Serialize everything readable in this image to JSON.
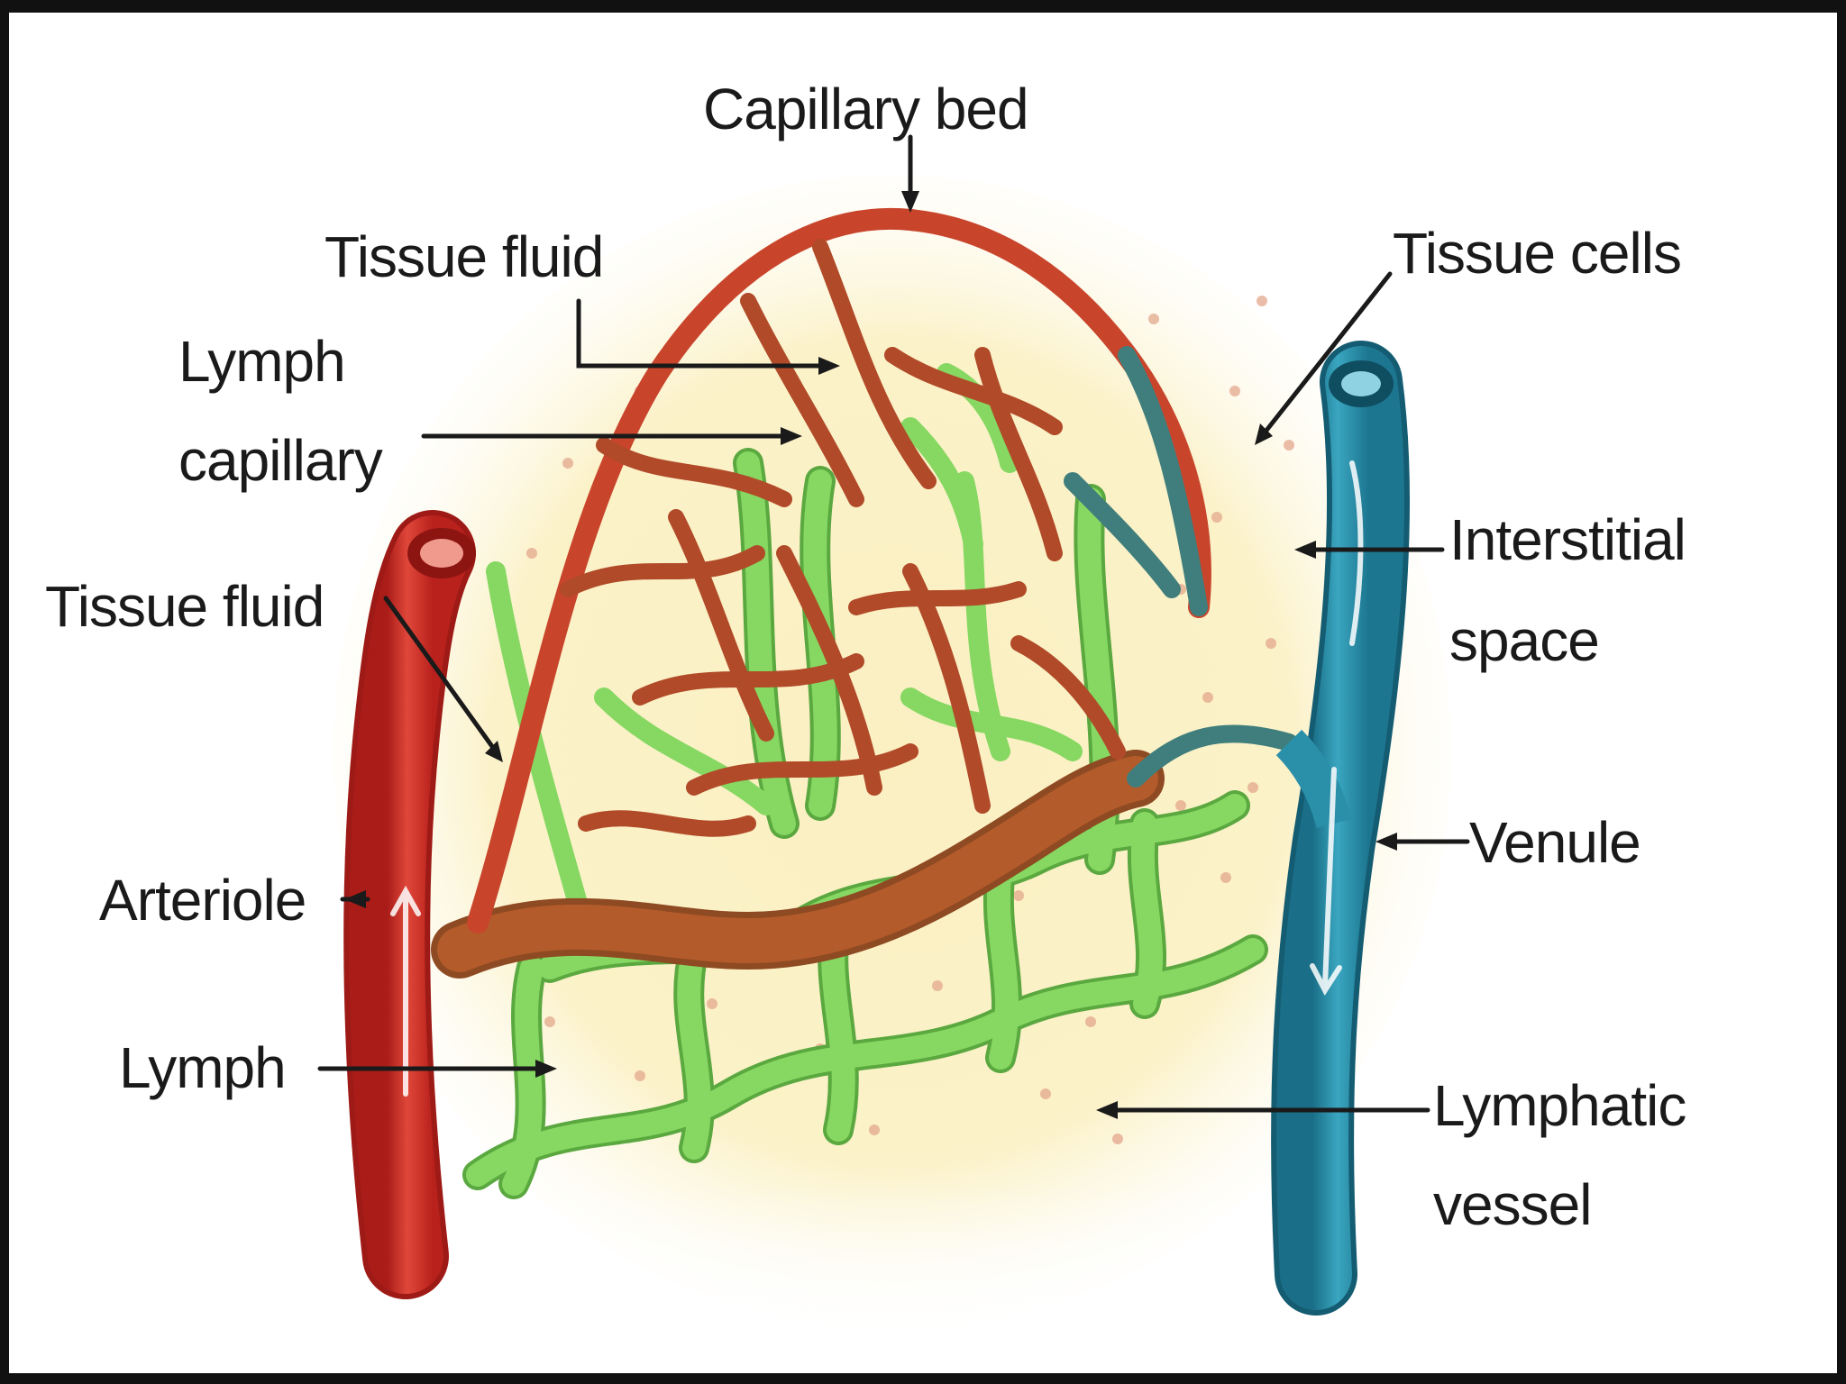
{
  "labels": {
    "capillary_bed": "Capillary bed",
    "tissue_fluid_top": "Tissue fluid",
    "tissue_cells": "Tissue cells",
    "lymph_capillary_1": "Lymph",
    "lymph_capillary_2": "capillary",
    "tissue_fluid_left": "Tissue fluid",
    "interstitial_space_1": "Interstitial",
    "interstitial_space_2": "space",
    "arteriole": "Arteriole",
    "venule": "Venule",
    "lymph": "Lymph",
    "lymphatic_vessel_1": "Lymphatic",
    "lymphatic_vessel_2": "vessel"
  },
  "colors": {
    "arteriole": "#d8322a",
    "capillary_bed": "#a4522a",
    "venule": "#2a8fa8",
    "lymphatic": "#7fd05a",
    "interstitial": "#fbf1c6",
    "cells": "#e6a98c"
  }
}
